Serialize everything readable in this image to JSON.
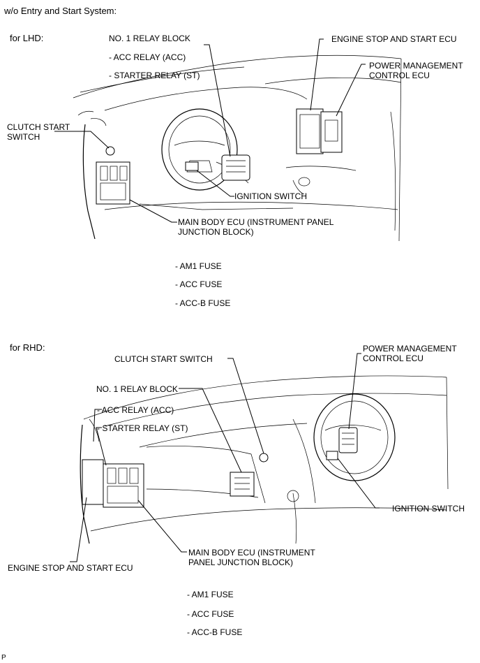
{
  "title": "w/o Entry and Start System:",
  "lhd": {
    "header": "for LHD:",
    "relay_block": "NO. 1 RELAY BLOCK",
    "relay_acc": "- ACC RELAY (ACC)",
    "relay_st": "- STARTER RELAY (ST)",
    "engine_ecu": "ENGINE STOP AND START ECU",
    "power_ecu_1": "POWER MANAGEMENT",
    "power_ecu_2": "CONTROL ECU",
    "clutch_1": "CLUTCH START",
    "clutch_2": "SWITCH",
    "ignition": "IGNITION SWITCH",
    "main_body_1": "MAIN BODY ECU (INSTRUMENT PANEL",
    "main_body_2": "JUNCTION BLOCK)",
    "fuse_am1": "- AM1 FUSE",
    "fuse_acc": "- ACC FUSE",
    "fuse_accb": "- ACC-B FUSE"
  },
  "rhd": {
    "header": "for RHD:",
    "clutch": "CLUTCH START SWITCH",
    "power_ecu_1": "POWER MANAGEMENT",
    "power_ecu_2": "CONTROL ECU",
    "relay_block": "NO. 1 RELAY BLOCK",
    "relay_acc": "- ACC RELAY (ACC)",
    "relay_st": "- STARTER RELAY (ST)",
    "ignition": "IGNITION SWITCH",
    "main_body_1": "MAIN BODY ECU (INSTRUMENT",
    "main_body_2": "PANEL JUNCTION BLOCK)",
    "engine_ecu": "ENGINE STOP AND START ECU",
    "fuse_am1": "- AM1 FUSE",
    "fuse_acc": "- ACC FUSE",
    "fuse_accb": "- ACC-B FUSE"
  },
  "footer_mark": "P"
}
